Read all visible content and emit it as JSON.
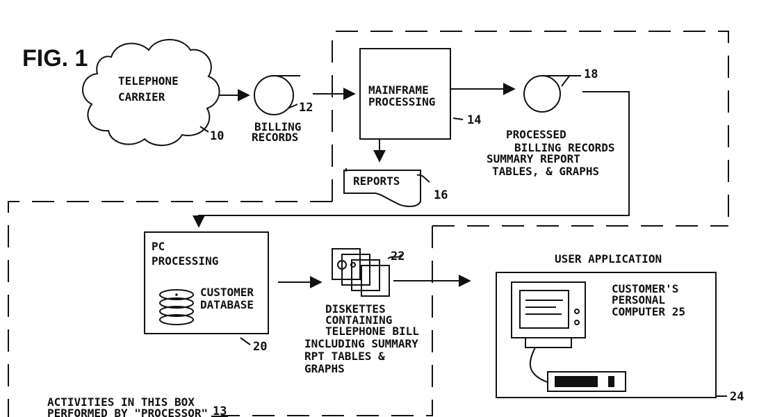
{
  "figure": {
    "title": "FIG. 1"
  },
  "nodes": {
    "carrier": {
      "line1": "TELEPHONE",
      "line2": "CARRIER",
      "ref": "10"
    },
    "billing_records": {
      "line1": "BILLING",
      "line2": "RECORDS",
      "ref": "12"
    },
    "mainframe": {
      "line1": "MAINFRAME",
      "line2": "PROCESSING",
      "ref": "14"
    },
    "reports": {
      "label": "REPORTS",
      "ref": "16"
    },
    "processed_records": {
      "line1": "PROCESSED",
      "line2": "BILLING RECORDS",
      "line3": "SUMMARY REPORT",
      "line4": "TABLES, & GRAPHS",
      "ref": "18"
    },
    "pc_processing": {
      "line1": "PC",
      "line2": "PROCESSING",
      "db_line1": "CUSTOMER",
      "db_line2": "DATABASE",
      "ref": "20"
    },
    "diskettes": {
      "line1": "DISKETTES",
      "line2": "CONTAINING",
      "line3": "TELEPHONE BILL",
      "line4": "INCLUDING SUMMARY",
      "line5": "RPT TABLES &",
      "line6": "GRAPHS",
      "ref": "22"
    },
    "user_application": {
      "title": "USER APPLICATION",
      "line1": "CUSTOMER'S",
      "line2": "PERSONAL",
      "line3": "COMPUTER 25",
      "ref": "24"
    }
  },
  "footer": {
    "line1": "ACTIVITIES IN THIS BOX",
    "line2": "PERFORMED BY \"PROCESSOR\"",
    "ref": "13"
  }
}
